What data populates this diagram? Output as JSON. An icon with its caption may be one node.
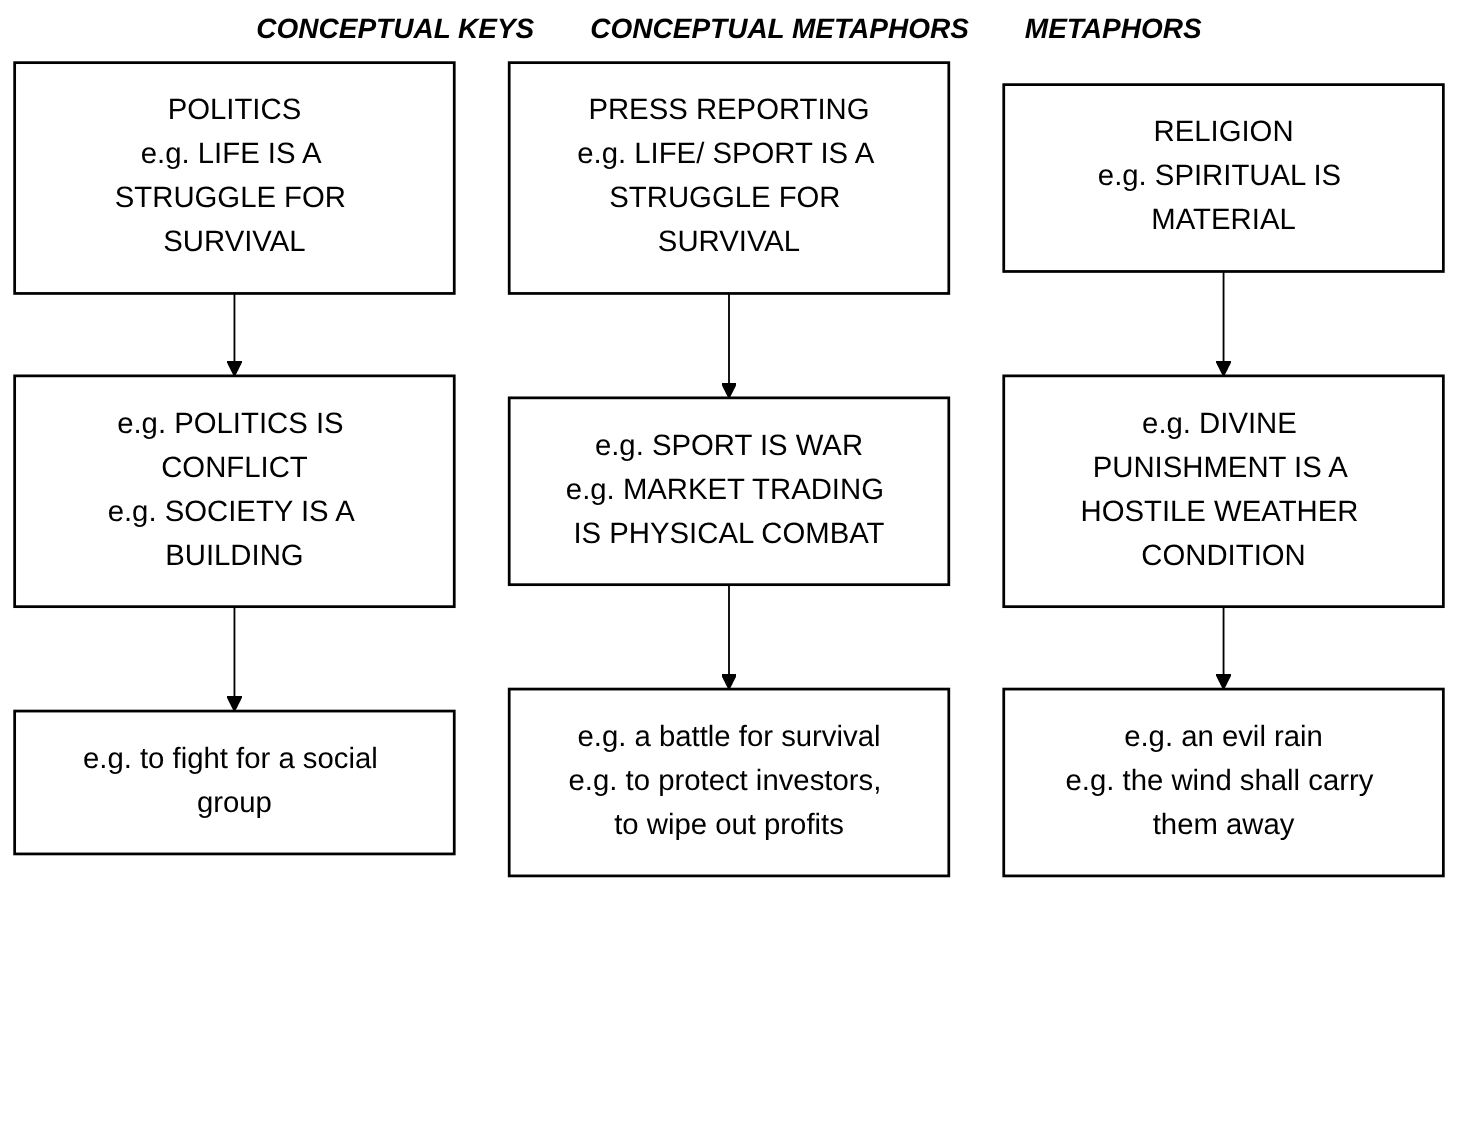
{
  "diagram": {
    "nodes": [
      {
        "text": [
          "POLITICS",
          "e.g. LIFE IS A STRUGGLE FOR SURVIVAL"
        ]
      },
      {
        "text": [
          "PRESS REPORTING",
          "e.g. LIFE/ SPORT IS A STRUGGLE FOR SURVIVAL"
        ]
      },
      {
        "text": [
          "RELIGION",
          "e.g. SPIRITUAL IS MATERIAL"
        ]
      },
      {
        "text": [
          "e.g. POLITICS IS CONFLICT",
          "e.g. SOCIETY IS A BUILDING"
        ]
      },
      {
        "text": [
          "e.g. SPORT IS WAR",
          "e.g. MARKET TRADING IS PHYSICAL COMBAT"
        ]
      },
      {
        "text": [
          "e.g. DIVINE PUNISHMENT IS A HOSTILE WEATHER CONDITION"
        ]
      },
      {
        "text": [
          "e.g. to fight for a social group"
        ]
      },
      {
        "text": [
          "e.g. a battle for survival",
          "e.g. to protect investors, to wipe out profits"
        ]
      },
      {
        "text": [
          "e.g. an evil rain",
          "e.g. the wind shall carry them away"
        ]
      }
    ],
    "edges": [
      {
        "from": 0,
        "to": 3,
        "arrow": "to"
      },
      {
        "from": 1,
        "to": 4,
        "arrow": "to"
      },
      {
        "from": 2,
        "to": 5,
        "arrow": "to"
      },
      {
        "from": 3,
        "to": 6,
        "arrow": "to"
      },
      {
        "from": 4,
        "to": 7,
        "arrow": "to"
      },
      {
        "from": 5,
        "to": 8,
        "arrow": "to"
      }
    ],
    "labels": [
      "CONCEPTUAL KEYS",
      "CONCEPTUAL METAPHORS",
      "METAPHORS"
    ]
  }
}
